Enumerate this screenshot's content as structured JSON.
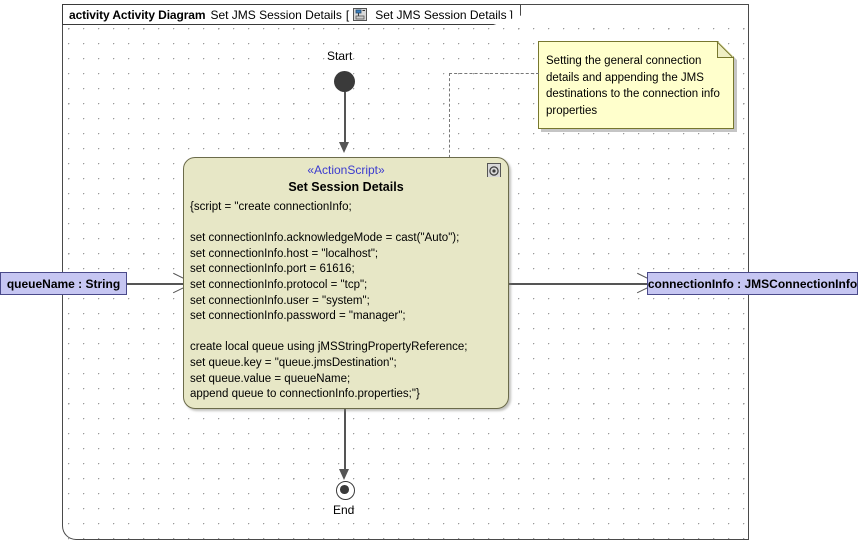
{
  "frame": {
    "keyword": "activity Activity Diagram",
    "title": "Set JMS Session Details",
    "bracket_open": "[",
    "icon_name": "activity-diagram-icon",
    "bracket_title": "Set JMS Session Details",
    "bracket_close": "]"
  },
  "nodes": {
    "start": {
      "label": "Start",
      "type": "initial-node"
    },
    "end": {
      "label": "End",
      "type": "activity-final-node"
    },
    "action": {
      "stereotype": "«ActionScript»",
      "title": "Set Session Details",
      "icon_name": "action-script-icon",
      "body": "{script = \"create connectionInfo;\n\nset connectionInfo.acknowledgeMode = cast(\"Auto\");\nset connectionInfo.host = \"localhost\";\nset connectionInfo.port = 61616;\nset connectionInfo.protocol = \"tcp\";\nset connectionInfo.user = \"system\";\nset connectionInfo.password = \"manager\";\n\ncreate local queue using jMSStringPropertyReference;\nset queue.key = \"queue.jmsDestination\";\nset queue.value = queueName;\nappend queue to connectionInfo.properties;\"}",
      "script_lines": [
        "{script = \"create connectionInfo;",
        "",
        "set connectionInfo.acknowledgeMode = cast(\"Auto\");",
        "set connectionInfo.host = \"localhost\";",
        "set connectionInfo.port = 61616;",
        "set connectionInfo.protocol = \"tcp\";",
        "set connectionInfo.user = \"system\";",
        "set connectionInfo.password = \"manager\";",
        "",
        "create local queue using jMSStringPropertyReference;",
        "set queue.key = \"queue.jmsDestination\";",
        "set queue.value = queueName;",
        "append queue to connectionInfo.properties;\"}"
      ]
    }
  },
  "note": {
    "text": "Setting the general connection details and appending the JMS destinations to the connection info properties"
  },
  "pins": {
    "input": {
      "label": "queueName : String"
    },
    "output": {
      "label": "connectionInfo : JMSConnectionInfo"
    }
  },
  "colors": {
    "action_fill": "#E7E7C6",
    "action_border": "#6B6B4A",
    "stereotype_text": "#3B3BCF",
    "note_fill": "#FFFFCC",
    "note_border": "#77772E",
    "pin_fill": "#C6C6F2",
    "pin_border": "#4A4A8A",
    "edge": "#555555",
    "node_fill": "#3A3A3A"
  }
}
